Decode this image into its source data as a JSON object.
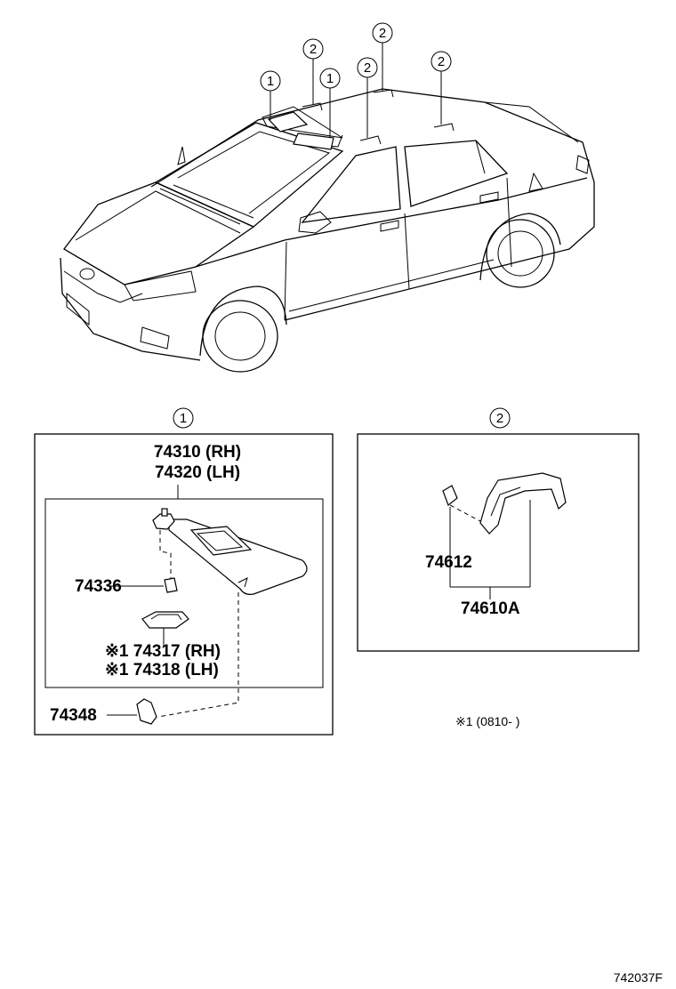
{
  "callouts": {
    "top_1a": "1",
    "top_2a": "2",
    "top_1b": "1",
    "top_2b": "2",
    "top_2c": "2",
    "top_2d": "2",
    "box1": "1",
    "box2": "2"
  },
  "box1": {
    "visor_rh": "74310 (RH)",
    "visor_lh": "74320 (LH)",
    "clip": "74336",
    "mirror_rh": "※1 74317 (RH)",
    "mirror_lh": "※1 74318 (LH)",
    "holder": "74348"
  },
  "box2": {
    "bracket": "74612",
    "grip_assy": "74610A"
  },
  "footnote": "※1 (0810-   )",
  "diagram_code": "742037F"
}
